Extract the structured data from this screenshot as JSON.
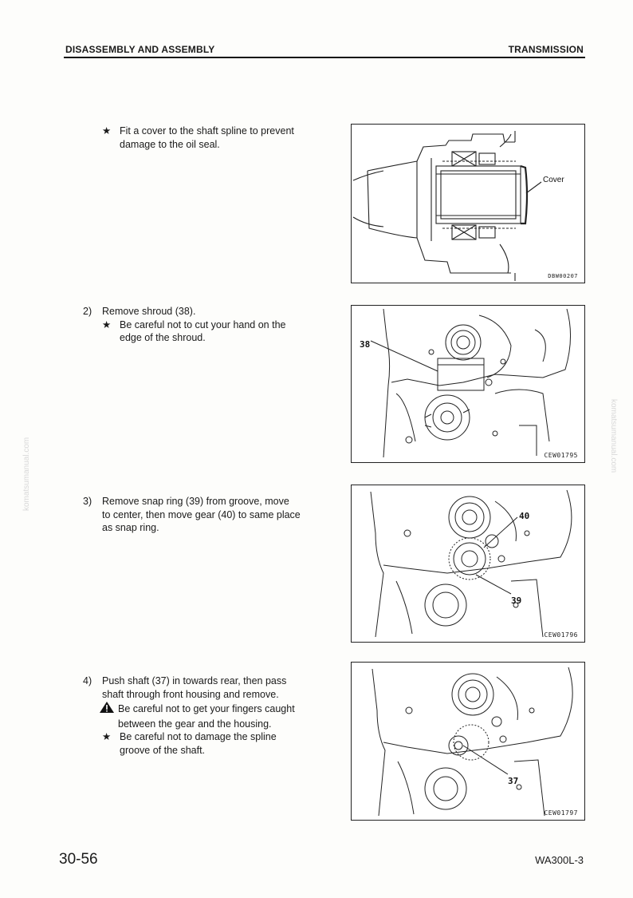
{
  "header": {
    "left": "DISASSEMBLY AND ASSEMBLY",
    "right": "TRANSMISSION"
  },
  "watermark": "komatsumanual.com",
  "steps": [
    {
      "number": "",
      "lines": [
        {
          "mark": "★",
          "text": "Fit a cover to the shaft spline to prevent"
        },
        {
          "mark": "",
          "text": "damage to the oil seal."
        }
      ],
      "figure": {
        "code": "DBW00207",
        "callouts": [
          "Cover"
        ]
      }
    },
    {
      "number": "2)",
      "text": "Remove shroud (38).",
      "lines": [
        {
          "mark": "★",
          "text": "Be careful not to cut your hand on the"
        },
        {
          "mark": "",
          "text": "edge of the shroud."
        }
      ],
      "figure": {
        "code": "CEW01795",
        "callouts": [
          "38"
        ]
      }
    },
    {
      "number": "3)",
      "lines": [
        {
          "text": "Remove snap ring (39) from groove, move"
        },
        {
          "text": "to center, then move gear (40) to same place"
        },
        {
          "text": "as snap ring."
        }
      ],
      "figure": {
        "code": "CEW01796",
        "callouts": [
          "40",
          "39"
        ]
      }
    },
    {
      "number": "4)",
      "lines": [
        {
          "mark": "",
          "text": "Push shaft (37) in towards rear, then pass"
        },
        {
          "mark": "",
          "text": "shaft through front housing and remove."
        },
        {
          "mark": "warning-icon",
          "text": "Be careful not to get your fingers caught"
        },
        {
          "mark": "",
          "text": "between the gear and the housing."
        },
        {
          "mark": "★",
          "text": "Be careful not to damage the spline"
        },
        {
          "mark": "",
          "text": "groove of the shaft."
        }
      ],
      "figure": {
        "code": "CEW01797",
        "callouts": [
          "37"
        ]
      }
    }
  ],
  "footer": {
    "page_number": "30-56",
    "model": "WA300L-3"
  }
}
